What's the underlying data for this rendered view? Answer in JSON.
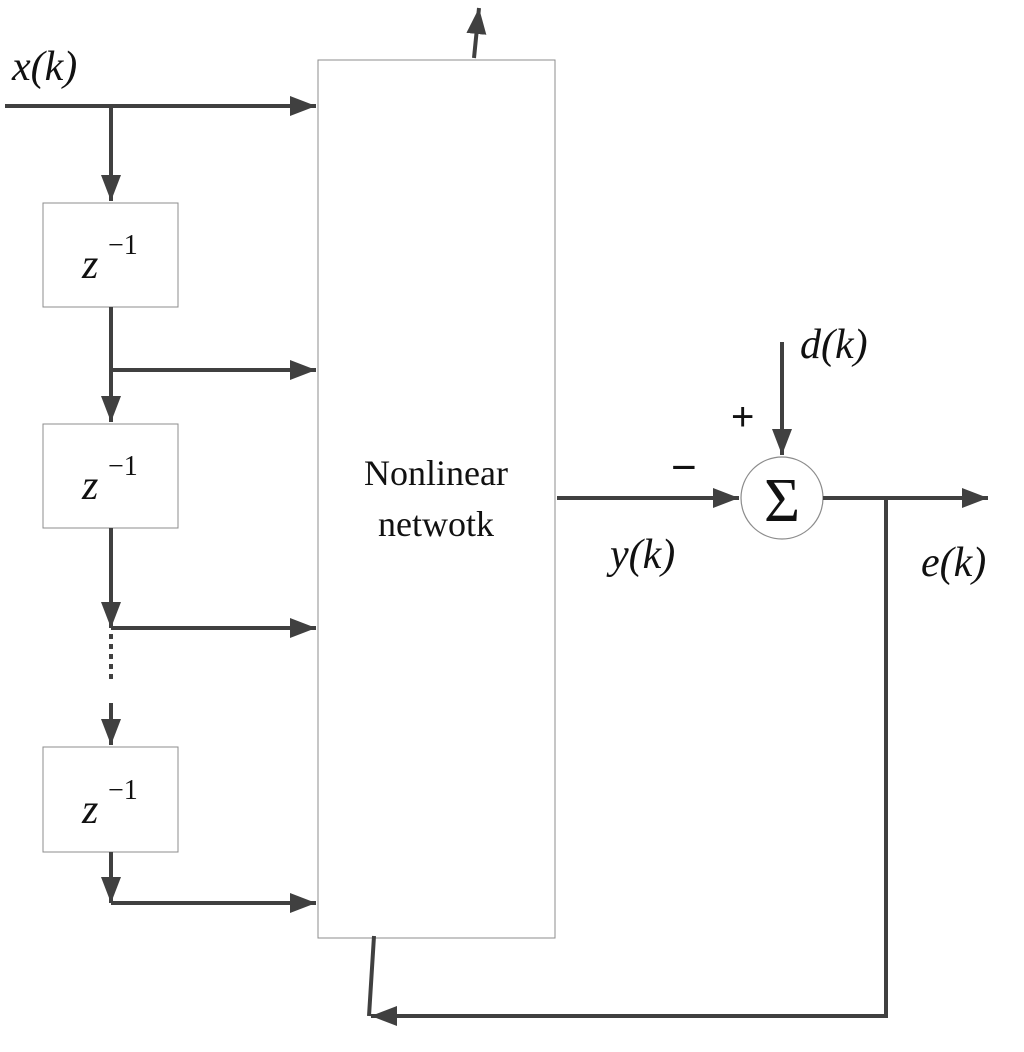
{
  "input_label": "x(k)",
  "delay_label": {
    "base": "z",
    "exp": "−1"
  },
  "network_label": {
    "line1": "Nonlinear",
    "line2": "netwotk"
  },
  "desired_label": "d(k)",
  "output_label": "y(k)",
  "error_label": "e(k)",
  "plus_sign": "+",
  "minus_sign": "−",
  "sum_symbol": "Σ",
  "colors": {
    "line": "#404040",
    "box_border": "#8c8c8c",
    "text": "#111111"
  }
}
